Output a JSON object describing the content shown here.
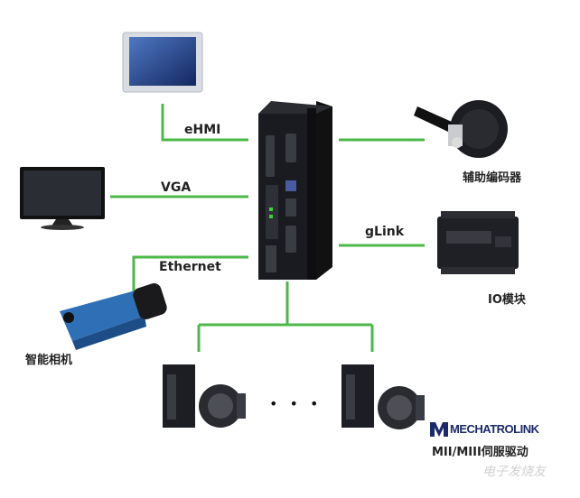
{
  "labels": {
    "ehmi": "eHMI",
    "vga": "VGA",
    "ethernet": "Ethernet",
    "glink": "gLink",
    "encoder": "辅助编码器",
    "io": "IO模块",
    "camera": "智能相机",
    "servo": "MII/MIII伺服驱动"
  },
  "logo": {
    "brand": "MECHATROLINK"
  },
  "watermark": {
    "text": "电子发烧友"
  },
  "ellipsis": "• • •",
  "colors": {
    "line": "#4cb848",
    "device": "#1c1d22",
    "camera_body": "#2f6fb5"
  }
}
